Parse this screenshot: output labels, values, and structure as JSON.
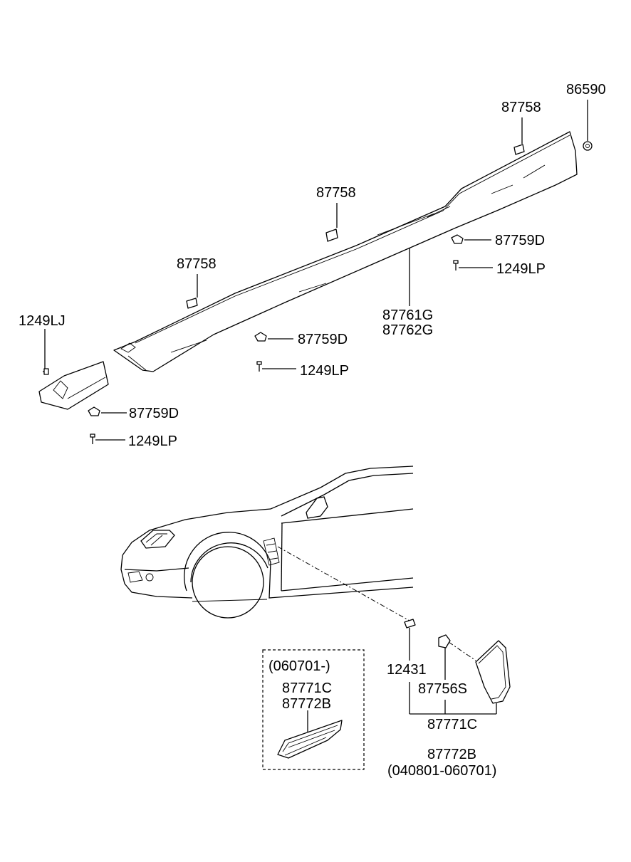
{
  "labels": {
    "l86590": "86590",
    "l87758_a": "87758",
    "l87758_b": "87758",
    "l87758_c": "87758",
    "l87759d_a": "87759D",
    "l87759d_b": "87759D",
    "l87759d_c": "87759D",
    "l1249lp_a": "1249LP",
    "l1249lp_b": "1249LP",
    "l1249lp_c": "1249LP",
    "l1249lj": "1249LJ",
    "l87761g": "87761G",
    "l87762g": "87762G",
    "l12431": "12431",
    "l87756s": "87756S",
    "l87771c_a": "87771C",
    "l87772b_a": "87772B",
    "l87771c_b": "87771C",
    "l87772b_b": "87772B",
    "range_new": "(060701-)",
    "range_old": "(040801-060701)"
  }
}
